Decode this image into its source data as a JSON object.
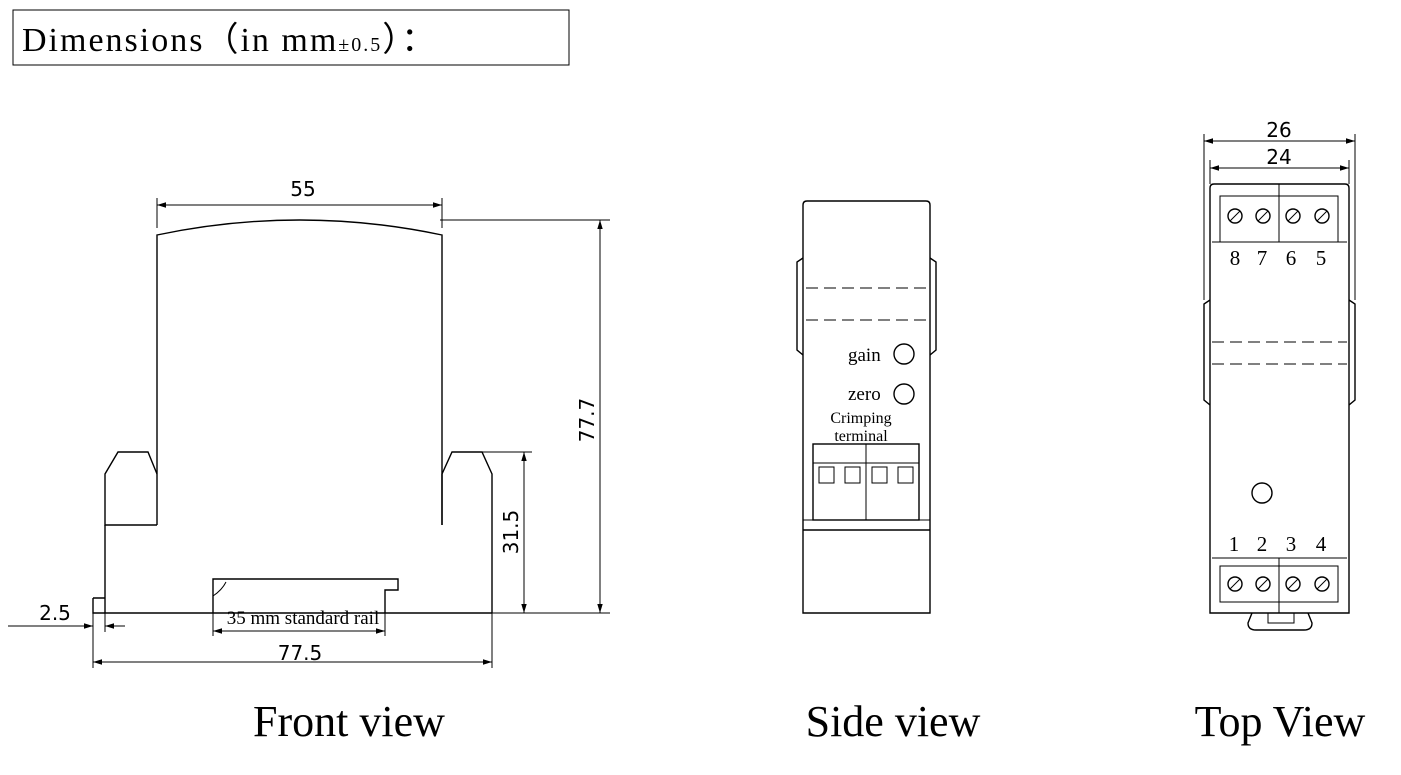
{
  "title": {
    "main": "Dimensions（in mm",
    "tolerance": "±0.5",
    "suffix": "）："
  },
  "front_view": {
    "caption": "Front view",
    "dim_top_width": "55",
    "dim_height_total": "77.7",
    "dim_height_lower": "31.5",
    "dim_base_width": "77.5",
    "dim_offset": "2.5",
    "rail_label": "35 mm standard rail"
  },
  "side_view": {
    "caption": "Side view",
    "gain_label": "gain",
    "zero_label": "zero",
    "terminal_label_line1": "Crimping",
    "terminal_label_line2": "terminal"
  },
  "top_view": {
    "caption": "Top View",
    "dim_outer_width": "26",
    "dim_inner_width": "24",
    "top_terminals": [
      "8",
      "7",
      "6",
      "5"
    ],
    "bottom_terminals": [
      "1",
      "2",
      "3",
      "4"
    ]
  }
}
